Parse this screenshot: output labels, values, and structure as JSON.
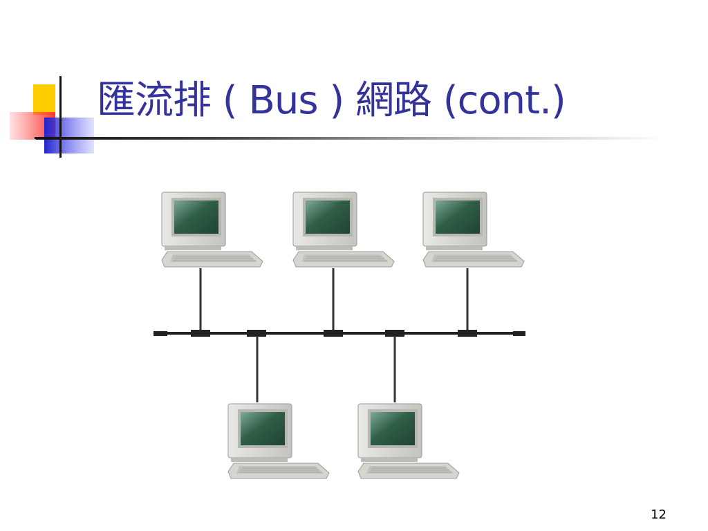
{
  "slide": {
    "title": "匯流排 ( Bus ) 網路 (cont.)",
    "page_number": "12"
  },
  "diagram": {
    "type": "bus-network",
    "nodes": [
      {
        "name": "computer-1",
        "row": "top"
      },
      {
        "name": "computer-2",
        "row": "top"
      },
      {
        "name": "computer-3",
        "row": "top"
      },
      {
        "name": "computer-4",
        "row": "bottom"
      },
      {
        "name": "computer-5",
        "row": "bottom"
      }
    ],
    "colors": {
      "title": "#333399",
      "bus": "#222222",
      "computer_case": "#d9d9d4",
      "screen": "#2f5e46"
    }
  }
}
